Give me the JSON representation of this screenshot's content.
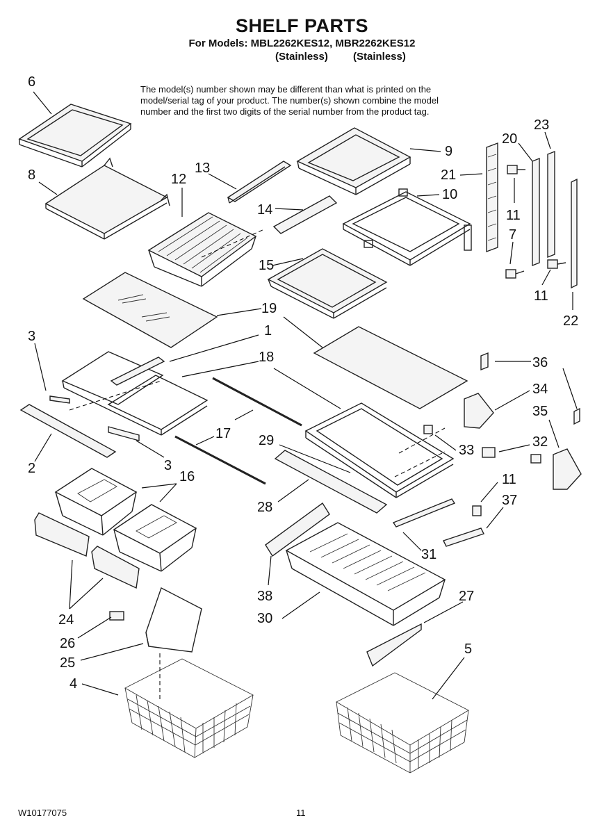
{
  "header": {
    "title": "SHELF PARTS",
    "subtitle": "For Models: MBL2262KES12, MBR2262KES12",
    "finish_left": "(Stainless)",
    "finish_right": "(Stainless)"
  },
  "note": {
    "line1": "The model(s) number shown may be different than what is printed on the",
    "line2": "model/serial tag of your product. The number(s) shown combine the model",
    "line3": "number and the first two digits of the serial number from the product tag."
  },
  "callouts": {
    "c6": "6",
    "c8": "8",
    "c12": "12",
    "c13": "13",
    "c14": "14",
    "c9": "9",
    "c21": "21",
    "c10": "10",
    "c20": "20",
    "c23": "23",
    "c11a": "11",
    "c7": "7",
    "c11b": "11",
    "c22": "22",
    "c15": "15",
    "c19a": "19",
    "c1": "1",
    "c18": "18",
    "c3a": "3",
    "c2": "2",
    "c3b": "3",
    "c17": "17",
    "c36": "36",
    "c34": "34",
    "c35": "35",
    "c32": "32",
    "c33": "33",
    "c29": "29",
    "c16": "16",
    "c11c": "11",
    "c37": "37",
    "c28": "28",
    "c31": "31",
    "c24": "24",
    "c38": "38",
    "c27": "27",
    "c30": "30",
    "c26": "26",
    "c25": "25",
    "c5": "5",
    "c4": "4"
  },
  "footer": {
    "doc_number": "W10177075",
    "page_number": "11"
  }
}
